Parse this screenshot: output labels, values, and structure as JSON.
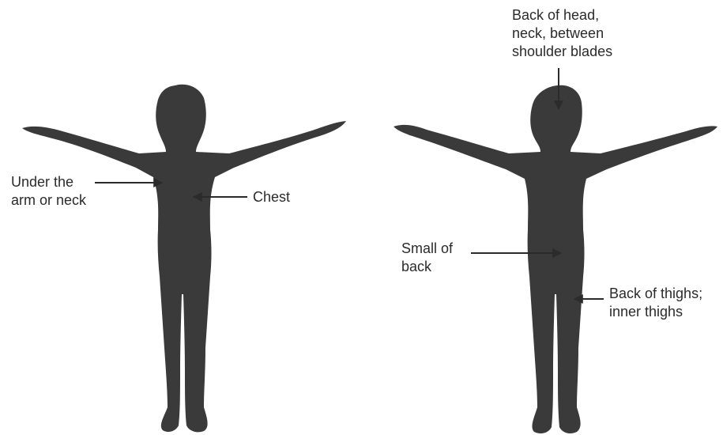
{
  "figure": {
    "silhouette_color": "#3a3a3a",
    "text_color": "#2b2b2b",
    "front_view": {
      "labels": {
        "under_arm": [
          "Under the",
          "arm or neck"
        ],
        "chest": [
          "Chest"
        ]
      }
    },
    "back_view": {
      "labels": {
        "head_neck": [
          "Back of head,",
          "neck, between",
          "shoulder blades"
        ],
        "small_of_back": [
          "Small of",
          "back"
        ],
        "thighs": [
          "Back of thighs;",
          "inner thighs"
        ]
      }
    }
  }
}
